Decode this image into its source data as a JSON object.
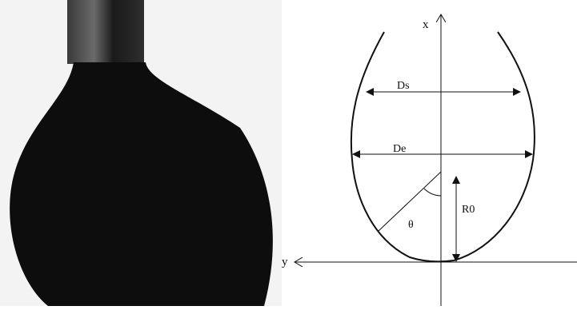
{
  "labels": {
    "x_axis": "x",
    "y_axis": "y",
    "ds": "Ds",
    "de": "De",
    "r0": "R0",
    "theta": "θ"
  },
  "colors": {
    "droplet": "#0d0d0d",
    "needle": "#2a2a2a",
    "background": "#f5f5f5",
    "line": "#111111"
  }
}
